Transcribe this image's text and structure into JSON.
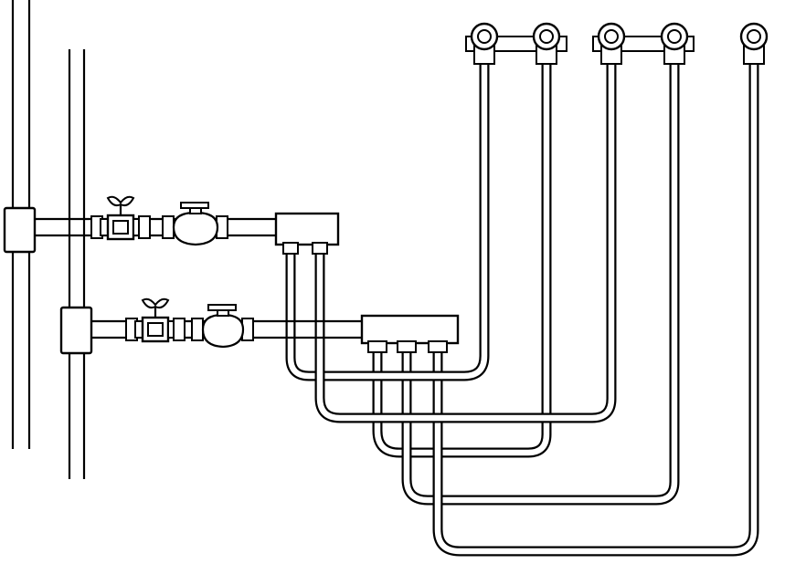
{
  "diagram": {
    "type": "plumbing-manifold-schematic",
    "supply_risers": 2,
    "branch_lines": 2,
    "manifolds": 2,
    "outlet_fittings": 5,
    "colors": {
      "line": "#000000",
      "background": "#ffffff"
    }
  }
}
